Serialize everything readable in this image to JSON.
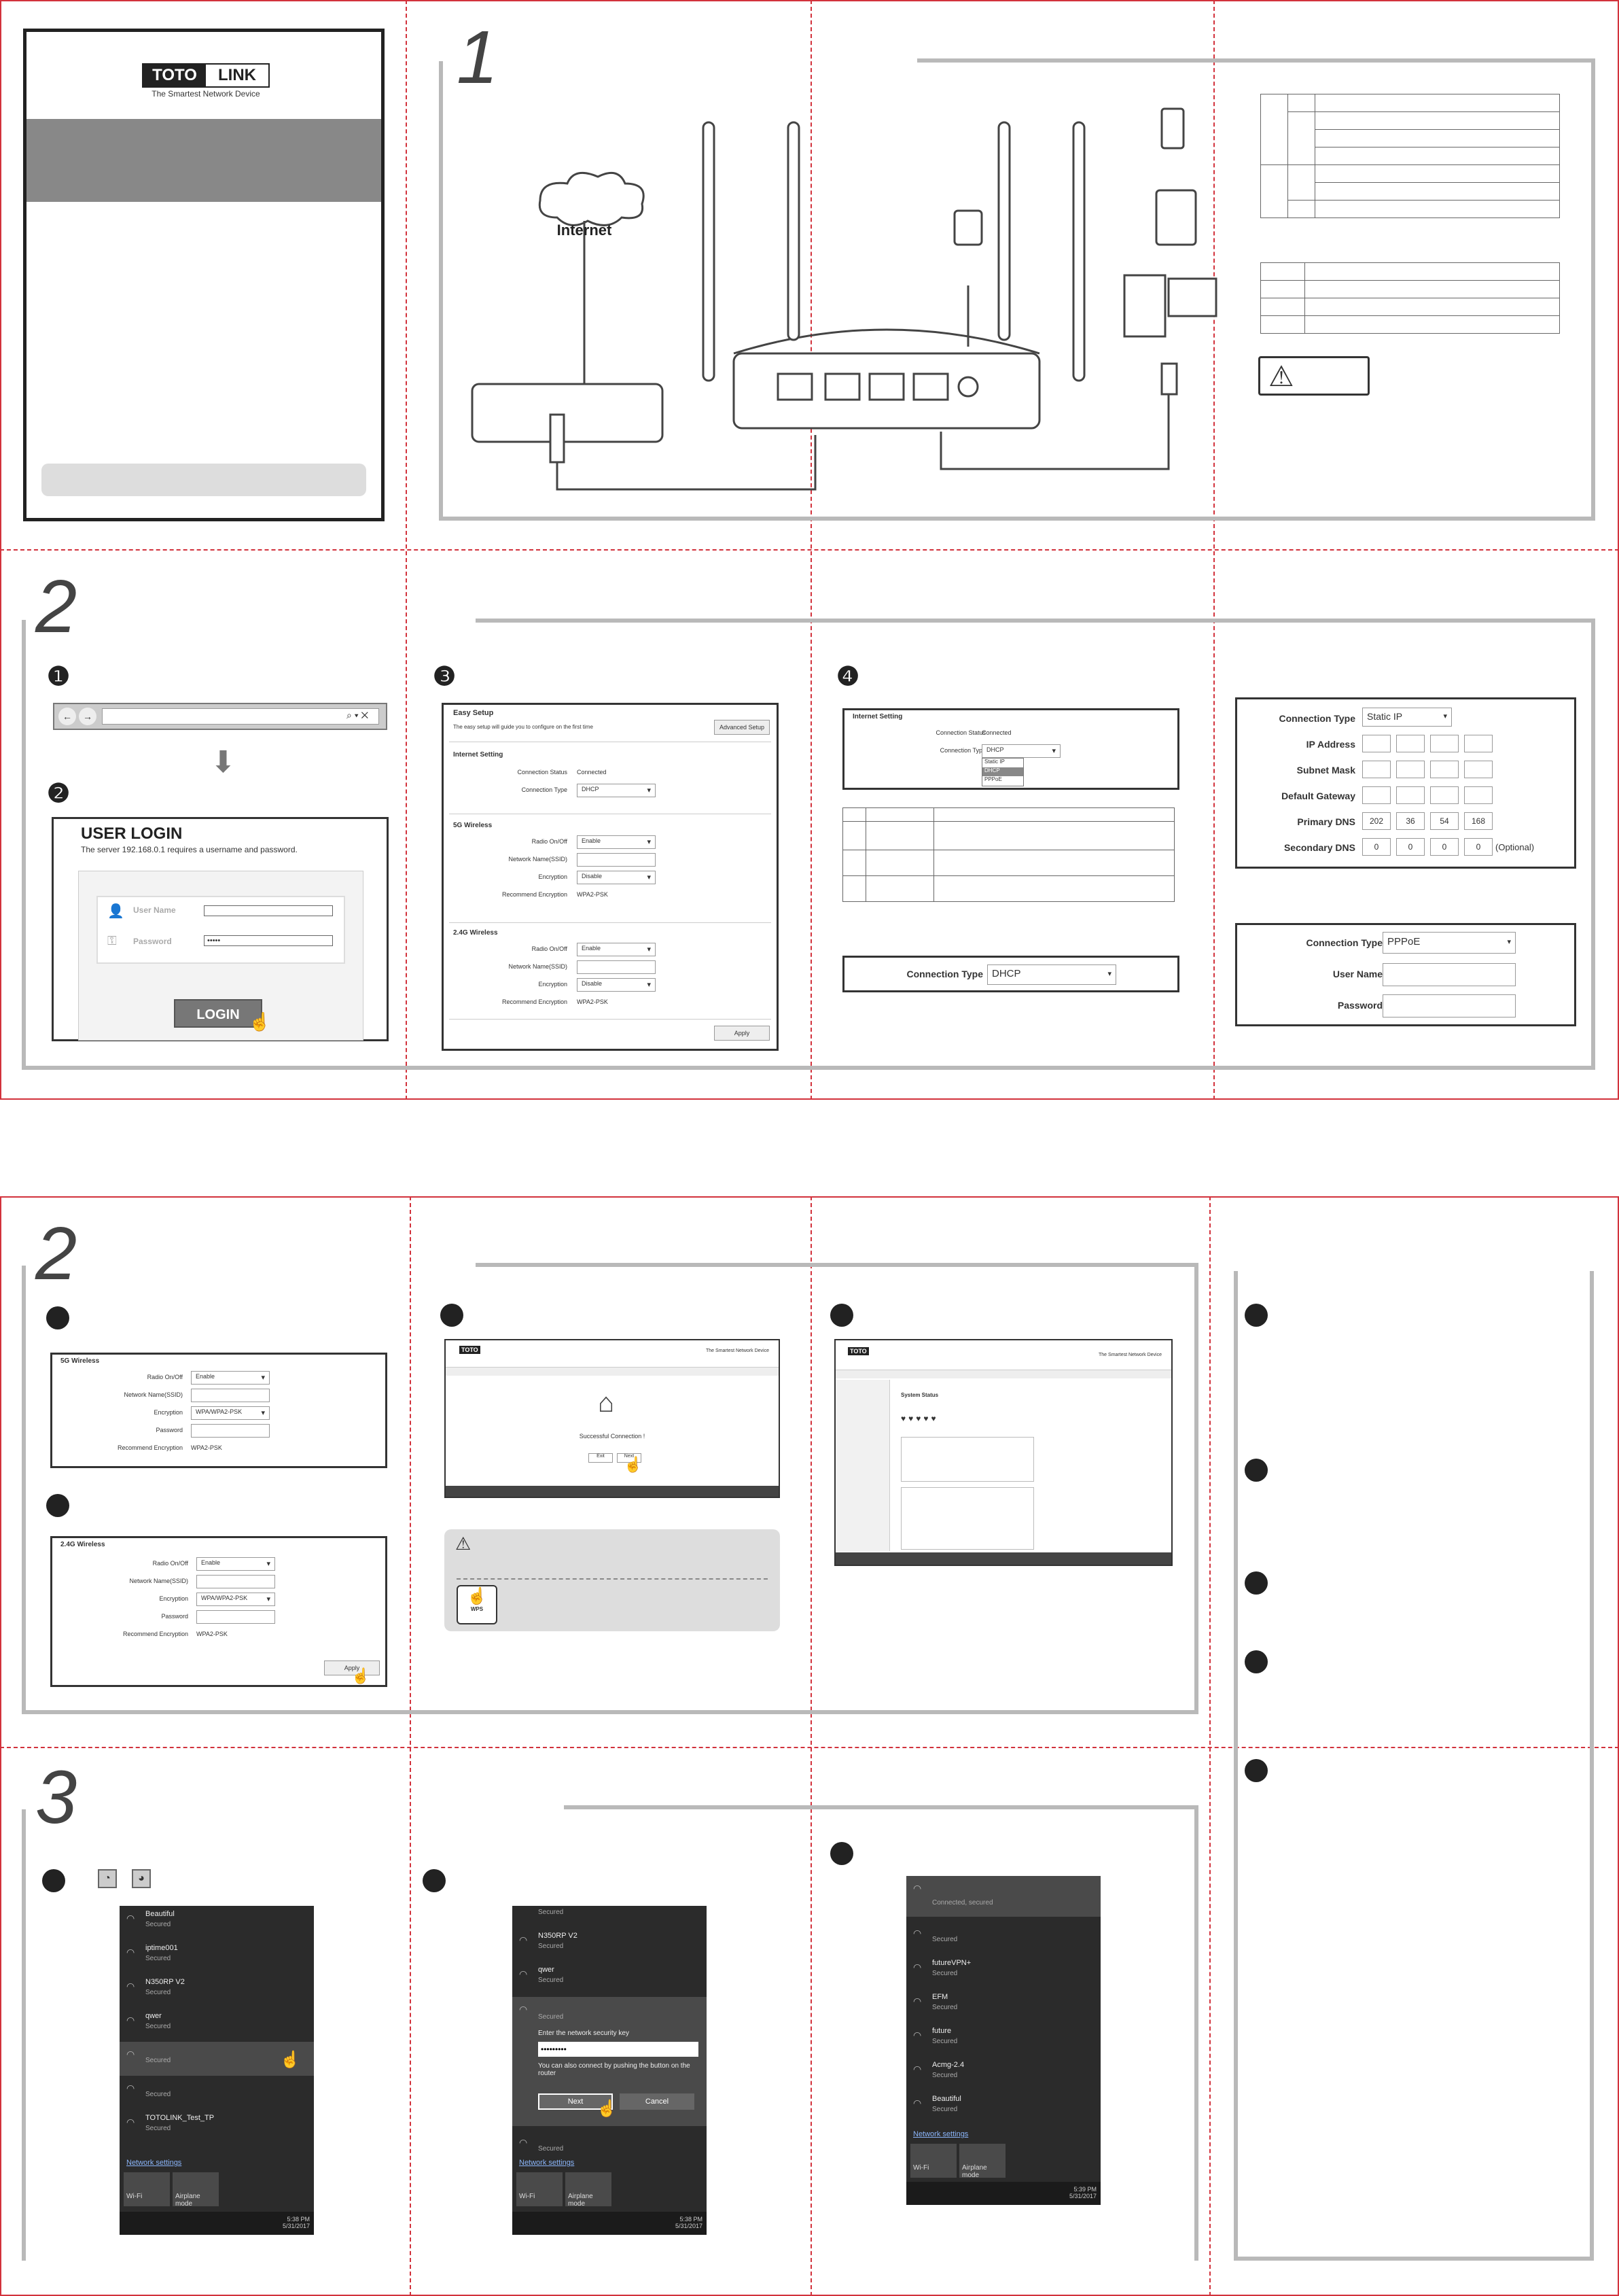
{
  "brand": {
    "name_left": "TOTO",
    "name_right": "LINK",
    "tagline": "The Smartest Network Device"
  },
  "sections": {
    "s1": "1",
    "s2": "2",
    "s2b": "2",
    "s3": "3"
  },
  "diagram": {
    "internet": "Internet"
  },
  "steps": {
    "one": "❶",
    "two": "❷",
    "three": "❸",
    "four": "❹"
  },
  "login": {
    "title": "USER LOGIN",
    "message": "The server  192.168.0.1  requires a username and password.",
    "username_placeholder": "User Name",
    "password_placeholder": "Password",
    "password_value": "•••••",
    "button": "LOGIN"
  },
  "easy_setup": {
    "title": "Easy Setup",
    "subtitle": "The easy setup will guide you to configure on the first time",
    "advanced_button": "Advanced Setup",
    "internet_setting": "Internet Setting",
    "connection_status_label": "Connection Status",
    "connection_status_value": "Connected",
    "connection_type_label": "Connection Type",
    "connection_type_value": "DHCP",
    "wireless_5g": "5G Wireless",
    "wireless_24g": "2.4G Wireless",
    "radio_label": "Radio On/Off",
    "radio_value": "Enable",
    "ssid_label": "Network Name(SSID)",
    "encryption_label": "Encryption",
    "encryption_value": "Disable",
    "recommend_label": "Recommend Encryption",
    "recommend_value": "WPA2-PSK",
    "apply_button": "Apply"
  },
  "internet_setting_panel": {
    "title": "Internet Setting",
    "status_label": "Connection Status",
    "status_value": "Connected",
    "type_label": "Connection Type",
    "type_value": "DHCP",
    "options": [
      "Static IP",
      "DHCP",
      "PPPoE"
    ]
  },
  "connection_type_box": {
    "label": "Connection Type",
    "value": "DHCP"
  },
  "static_ip": {
    "type_label": "Connection Type",
    "type_value": "Static IP",
    "ip_label": "IP Address",
    "mask_label": "Subnet Mask",
    "gateway_label": "Default Gateway",
    "pdns_label": "Primary DNS",
    "pdns": [
      "202",
      "36",
      "54",
      "168"
    ],
    "sdns_label": "Secondary DNS",
    "sdns": [
      "0",
      "0",
      "0",
      "0"
    ],
    "optional": "(Optional)"
  },
  "pppoe": {
    "type_label": "Connection Type",
    "type_value": "PPPoE",
    "user_label": "User Name",
    "pass_label": "Password"
  },
  "wireless_5g_detail": {
    "title": "5G Wireless",
    "radio_label": "Radio On/Off",
    "radio_value": "Enable",
    "ssid_label": "Network Name(SSID)",
    "enc_label": "Encryption",
    "enc_value": "WPA/WPA2-PSK",
    "pw_label": "Password",
    "rec_label": "Recommend Encryption",
    "rec_value": "WPA2-PSK"
  },
  "wireless_24g_detail": {
    "title": "2.4G Wireless",
    "radio_label": "Radio On/Off",
    "radio_value": "Enable",
    "ssid_label": "Network Name(SSID)",
    "enc_label": "Encryption",
    "enc_value": "WPA/WPA2-PSK",
    "pw_label": "Password",
    "rec_label": "Recommend Encryption",
    "rec_value": "WPA2-PSK",
    "apply": "Apply"
  },
  "success": {
    "message": "Successful Connection !",
    "btn1": "Exit",
    "btn2": "Next"
  },
  "status_page": {
    "title": "System Status",
    "tagline": "The Smartest Network Device"
  },
  "wifi1": {
    "networks": [
      {
        "name": "Beautiful",
        "status": "Secured"
      },
      {
        "name": "iptime001",
        "status": "Secured"
      },
      {
        "name": "N350RP V2",
        "status": "Secured"
      },
      {
        "name": "qwer",
        "status": "Secured"
      },
      {
        "name": "",
        "status": "Secured"
      },
      {
        "name": "",
        "status": "Secured"
      },
      {
        "name": "TOTOLINK_Test_TP",
        "status": "Secured"
      }
    ],
    "network_settings": "Network settings",
    "wifi_tile": "Wi-Fi",
    "airplane_tile": "Airplane mode",
    "time": "5:38 PM",
    "date": "5/31/2017"
  },
  "wifi2": {
    "networks": [
      {
        "name": "",
        "status": "Secured"
      },
      {
        "name": "N350RP V2",
        "status": "Secured"
      },
      {
        "name": "qwer",
        "status": "Secured"
      },
      {
        "name": "",
        "status": "Secured"
      }
    ],
    "prompt": "Enter the network security key",
    "key_value": "•••••••••",
    "hint": "You can also connect by pushing the button on the router",
    "next": "Next",
    "cancel": "Cancel",
    "last_status": "Secured",
    "network_settings": "Network settings",
    "wifi_tile": "Wi-Fi",
    "airplane_tile": "Airplane mode",
    "time": "5:38 PM",
    "date": "5/31/2017"
  },
  "wifi3": {
    "networks": [
      {
        "name": "",
        "status": "Connected, secured"
      },
      {
        "name": "",
        "status": "Secured"
      },
      {
        "name": "futureVPN+",
        "status": "Secured"
      },
      {
        "name": "EFM",
        "status": "Secured"
      },
      {
        "name": "future",
        "status": "Secured"
      },
      {
        "name": "Acmg-2.4",
        "status": "Secured"
      },
      {
        "name": "Beautiful",
        "status": "Secured"
      }
    ],
    "network_settings": "Network settings",
    "wifi_tile": "Wi-Fi",
    "airplane_tile": "Airplane mode",
    "time": "5:39 PM",
    "date": "5/31/2017"
  },
  "wps_label": "WPS"
}
